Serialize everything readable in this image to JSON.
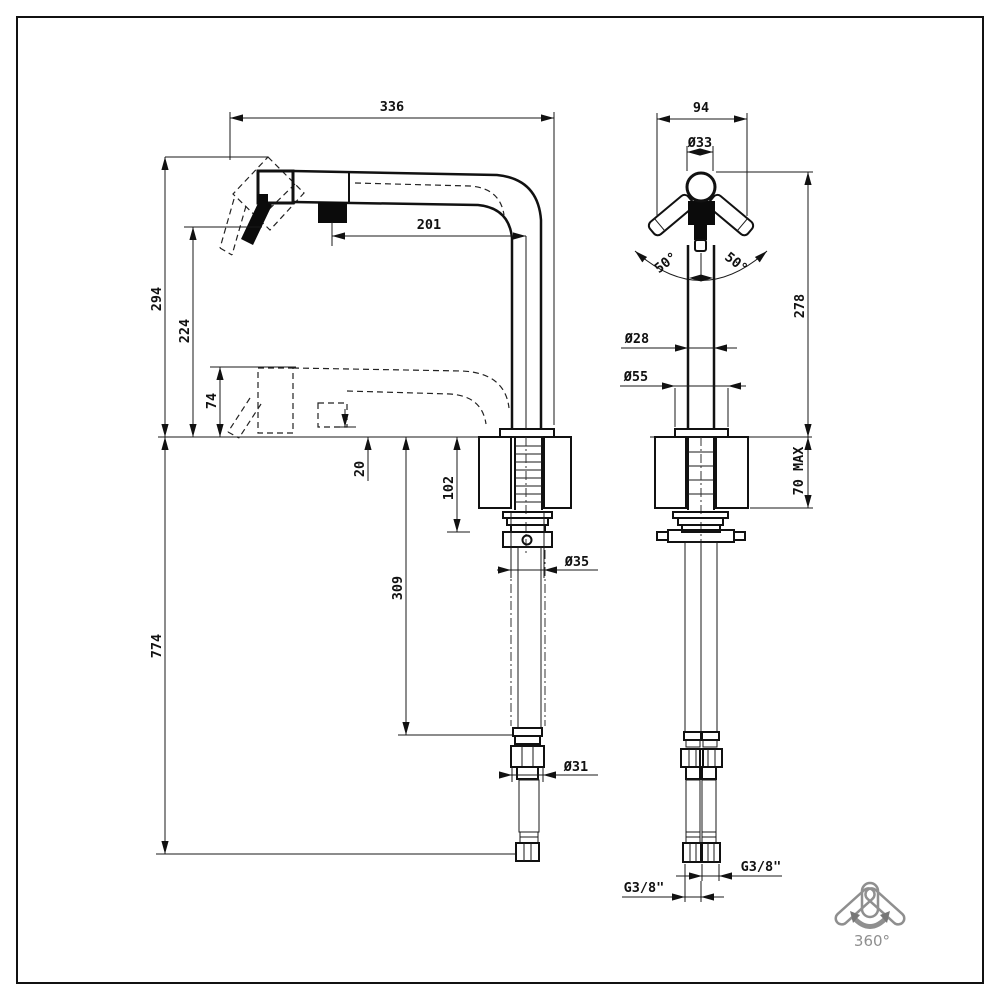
{
  "drawing": {
    "kind": "faucet installation technical drawing, side view and front view with dimension callouts"
  },
  "dims": {
    "left": {
      "overall_width": "336",
      "spout_reach": "201",
      "height_total": "294",
      "height_spout": "224",
      "clearance": "74",
      "offset_below": "20",
      "clamp_depth": "102",
      "hose_drop": "309",
      "hose_total": "774",
      "hole_dia": "Ø35",
      "connector_dia": "Ø31"
    },
    "right": {
      "head_width": "94",
      "knob_dia": "Ø33",
      "swivel_left": "50°",
      "swivel_right": "50°",
      "height": "278",
      "column_dia": "Ø28",
      "base_dia": "Ø55",
      "counter_max": "70 MAX",
      "thread_left": "G3/8\"",
      "thread_right": "G3/8\""
    },
    "icon": {
      "rotation": "360°"
    }
  }
}
